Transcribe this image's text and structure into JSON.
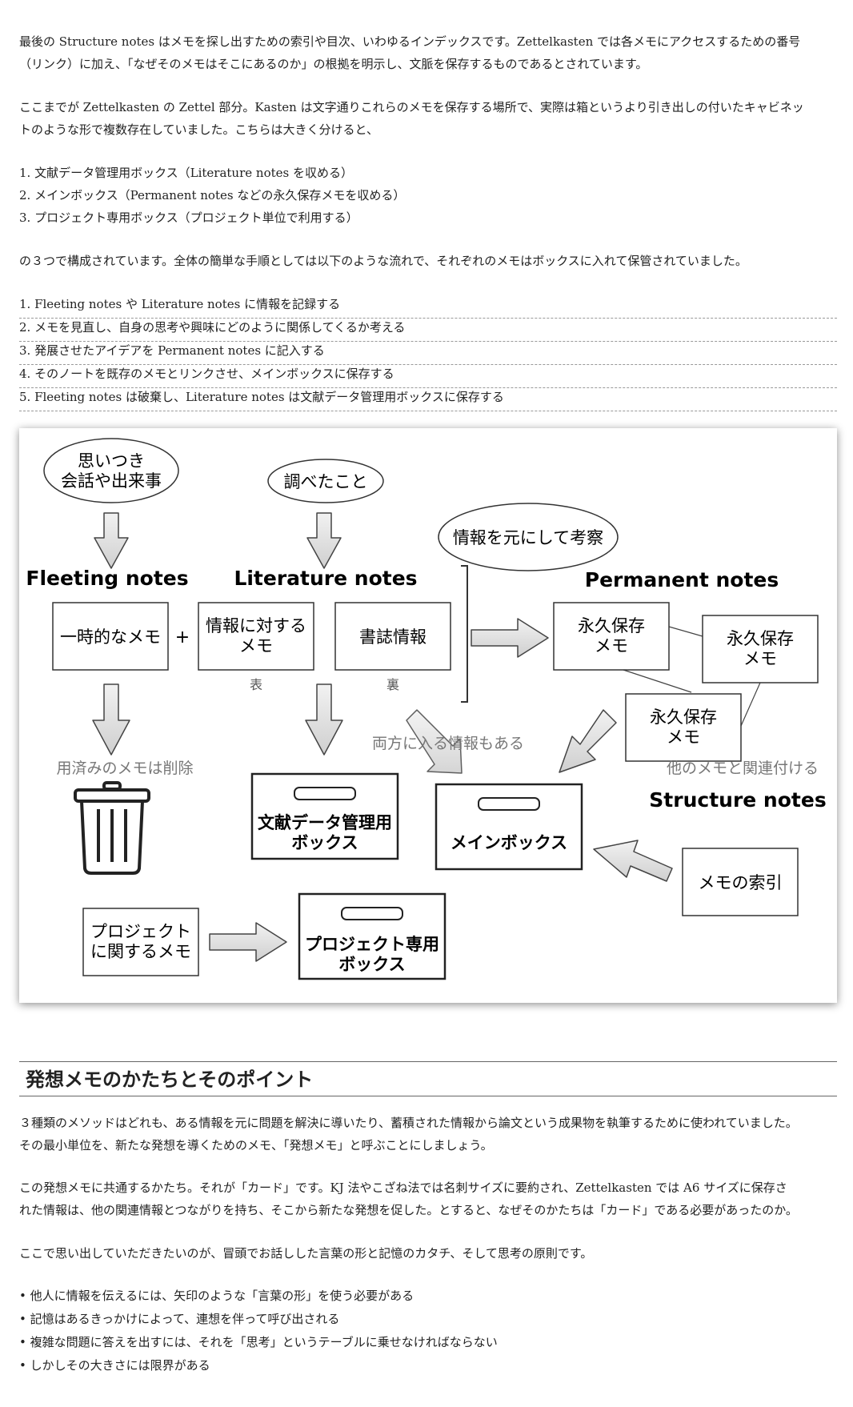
{
  "intro": {
    "p1_line1": "最後の Structure notes はメモを探し出すための索引や目次、いわゆるインデックスです。Zettelkasten では各メモにアクセスするための番号",
    "p1_line2": "（リンク）に加え、「なぜそのメモはそこにあるのか」の根拠を明示し、文脈を保存するものであるとされています。",
    "p2_line1": "ここまでが Zettelkasten の Zettel 部分。Kasten は文字通りこれらのメモを保存する場所で、実際は箱というより引き出しの付いたキャビネッ",
    "p2_line2": "トのような形で複数存在していました。こちらは大きく分けると、",
    "boxes": [
      "1. 文献データ管理用ボックス（Literature notes を収める）",
      "2. メインボックス（Permanent notes などの永久保存メモを収める）",
      "3. プロジェクト専用ボックス（プロジェクト単位で利用する）"
    ],
    "p3": "の３つで構成されています。全体の簡単な手順としては以下のような流れで、それぞれのメモはボックスに入れて保管されていました。",
    "steps": [
      "1. Fleeting notes や Literature notes に情報を記録する",
      "2. メモを見直し、自身の思考や興味にどのように関係してくるか考える",
      "3. 発展させたアイデアを Permanent notes に記入する",
      "4. そのノートを既存のメモとリンクさせ、メインボックスに保存する",
      "5. Fleeting notes は破棄し、Literature notes は文献データ管理用ボックスに保存する"
    ]
  },
  "figure": {
    "idea_bubble_1": "思いつき",
    "idea_bubble_2": "会話や出来事",
    "research_bubble": "調べたこと",
    "consider_bubble": "情報を元にして考察",
    "fleeting_title": "Fleeting notes",
    "literature_title": "Literature notes",
    "permanent_title": "Permanent notes",
    "structure_title": "Structure notes",
    "temp_memo": "一時的なメモ",
    "plus": "+",
    "info_memo_1": "情報に対する",
    "info_memo_2": "メモ",
    "biblio": "書誌情報",
    "front_label": "表",
    "back_label": "裏",
    "perm_memo_1": "永久保存",
    "perm_memo_2": "メモ",
    "both_label": "両方に入る情報もある",
    "delete_label": "用済みのメモは削除",
    "link_label": "他のメモと関連付ける",
    "lit_box_1": "文献データ管理用",
    "lit_box_2": "ボックス",
    "main_box": "メインボックス",
    "index_memo": "メモの索引",
    "project_memo_1": "プロジェクト",
    "project_memo_2": "に関するメモ",
    "project_box_1": "プロジェクト専用",
    "project_box_2": "ボックス"
  },
  "section": {
    "heading": "発想メモのかたちとそのポイント",
    "p1_line1": "３種類のメソッドはどれも、ある情報を元に問題を解決に導いたり、蓄積された情報から論文という成果物を執筆するために使われていました。",
    "p1_line2": "その最小単位を、新たな発想を導くためのメモ、「発想メモ」と呼ぶことにしましょう。",
    "p2_line1": "この発想メモに共通するかたち。それが「カード」です。KJ 法やこざね法では名刺サイズに要約され、Zettelkasten では A6 サイズに保存さ",
    "p2_line2": "れた情報は、他の関連情報とつながりを持ち、そこから新たな発想を促した。とすると、なぜそのかたちは「カード」である必要があったのか。",
    "p3": "ここで思い出していただきたいのが、冒頭でお話しした言葉の形と記憶のカタチ、そして思考の原則です。",
    "bullets": [
      "• 他人に情報を伝えるには、矢印のような「言葉の形」を使う必要がある",
      "• 記憶はあるきっかけによって、連想を伴って呼び出される",
      "• 複雑な問題に答えを出すには、それを「思考」というテーブルに乗せなければならない",
      "• しかしその大きさには限界がある"
    ]
  }
}
